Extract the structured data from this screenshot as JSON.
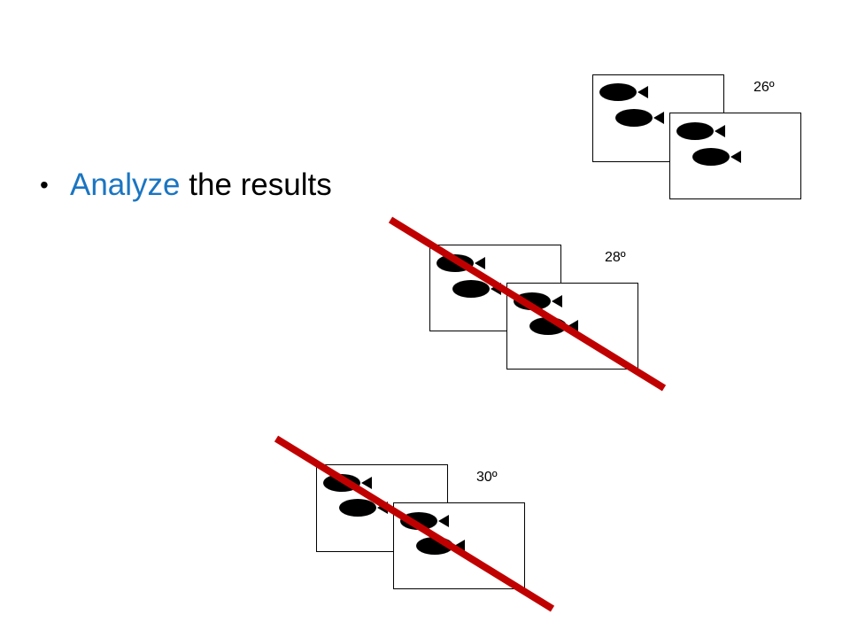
{
  "bullet": {
    "marker": "•",
    "accent_word": "Analyze",
    "rest_text": " the results"
  },
  "experiments": [
    {
      "temperature_label": "26º",
      "crossed_out": false,
      "fish_per_tank": 2
    },
    {
      "temperature_label": "28º",
      "crossed_out": true,
      "fish_per_tank": 2
    },
    {
      "temperature_label": "30º",
      "crossed_out": true,
      "fish_per_tank": 2
    }
  ],
  "colors": {
    "accent": "#1a75c2",
    "cross_out": "#c00000",
    "fish": "#000000",
    "tank_border": "#000000"
  }
}
